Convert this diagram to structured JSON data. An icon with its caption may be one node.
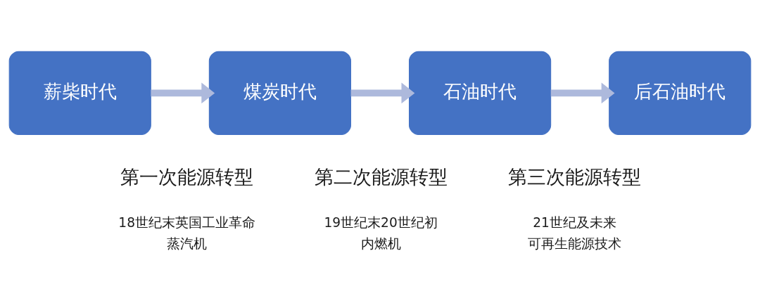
{
  "diagram": {
    "nodes": [
      {
        "text": [
          "薪柴时代"
        ]
      },
      {
        "text": [
          "煤炭时代"
        ]
      },
      {
        "text": [
          "石油时代"
        ]
      },
      {
        "text": [
          "后石油时代"
        ]
      }
    ],
    "edges": [
      {
        "from": 0,
        "to": 1,
        "arrow": "to"
      },
      {
        "from": 1,
        "to": 2,
        "arrow": "to"
      },
      {
        "from": 2,
        "to": 3,
        "arrow": "to"
      }
    ],
    "labels": [
      "第一次能源转型",
      "第二次能源转型",
      "第三次能源转型",
      "18世纪末英国工业革命",
      "蒸汽机",
      "19世纪末20世纪初",
      "内燃机",
      "21世纪及未来",
      "可再生能源技术"
    ]
  }
}
